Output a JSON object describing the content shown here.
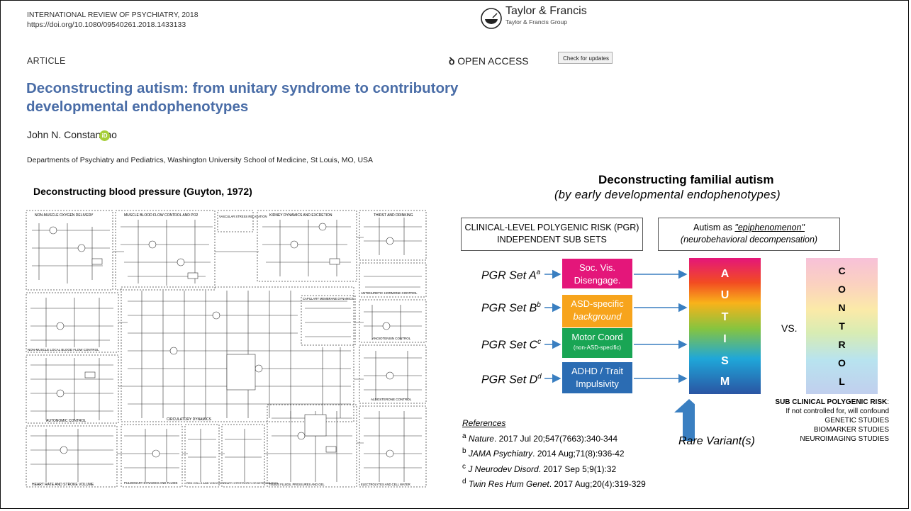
{
  "header": {
    "journal": "INTERNATIONAL REVIEW OF PSYCHIATRY, 2018",
    "doi": "https://doi.org/10.1080/09540261.2018.1433133",
    "publisher": "Taylor & Francis",
    "publisher_group": "Taylor & Francis Group",
    "article_type": "ARTICLE",
    "open_access": "OPEN ACCESS",
    "check_updates": "Check for updates"
  },
  "paper": {
    "title_line1": "Deconstructing autism: from unitary syndrome to contributory",
    "title_line2": "developmental endophenotypes",
    "author": "John N. Constantino",
    "orcid": "iD",
    "affiliation": "Departments of Psychiatry and Pediatrics, Washington University School of Medicine, St Louis, MO, USA"
  },
  "left_figure": {
    "title": "Deconstructing blood pressure (Guyton, 1972)",
    "labels": {
      "non_muscle_o2": "NON-MUSCLE OXYGEN DELIVERY",
      "muscle_blood": "MUSCLE BLOOD FLOW CONTROL AND PO2",
      "vascular": "VASCULAR STRESS RELAXATION",
      "kidney": "KIDNEY DYNAMICS AND EXCRETION",
      "thirst": "THIRST AND DRINKING",
      "antidiuretic": "ANTIDIURETIC HORMONE CONTROL",
      "capillary": "CAPILLARY MEMBRANE DYNAMICS",
      "angiotensin": "ANGIOTENSIN CONTROL",
      "non_muscle_local": "NON-MUSCLE LOCAL BLOOD FLOW CONTROL",
      "autonomic": "AUTONOMIC CONTROL",
      "circulatory": "CIRCULATORY DYNAMICS",
      "aldosterone": "ALDOSTERONE CONTROL",
      "heart_rate": "HEART RATE AND STROKE VOLUME",
      "pulmonary": "PULMONARY DYNAMICS AND FLUIDS",
      "red_cells": "RED CELLS AND VISCOSITY",
      "heart_hyper": "HEART HYPERTROPHY OR DETERIORATION",
      "tissue": "TISSUE FLUIDS, PRESSURES AND GEL",
      "electrolytes": "ELECTROLYTES AND CELL WATER"
    }
  },
  "right_figure": {
    "title": "Deconstructing familial autism",
    "subtitle": "(by early developmental endophenotypes)",
    "box_left_line1": "CLINICAL-LEVEL POLYGENIC RISK (PGR)",
    "box_left_line2": "INDEPENDENT SUB SETS",
    "box_right_line1_prefix": "Autism as ",
    "box_right_line1_em": "\"epiphenomenon\"",
    "box_right_line2": "(neurobehavioral decompensation)",
    "pgr_sets": [
      {
        "label": "PGR Set A",
        "sup": "a",
        "line1": "Soc. Vis.",
        "line2": "Disengage.",
        "color": "#e4167a"
      },
      {
        "label": "PGR Set B",
        "sup": "b",
        "line1": "ASD-specific",
        "line2": "background",
        "color": "#f7a41c"
      },
      {
        "label": "PGR Set C",
        "sup": "c",
        "line1": "Motor Coord",
        "line2": "(non-ASD-specific)",
        "color": "#19a554"
      },
      {
        "label": "PGR Set D",
        "sup": "d",
        "line1": "ADHD / Trait",
        "line2": "Impulsivity",
        "color": "#2b6cb3"
      }
    ],
    "autism_letters": [
      "A",
      "U",
      "T",
      "I",
      "S",
      "M"
    ],
    "control_letters": [
      "C",
      "O",
      "N",
      "T",
      "R",
      "O",
      "L"
    ],
    "vs": "VS.",
    "rare_variant": "Rare Variant(s)",
    "subclinical_title": "SUB CLINICAL POLYGENIC RISK",
    "subclinical_colon": ":",
    "subclinical_lines": [
      "If not controlled for, will confound",
      "GENETIC STUDIES",
      "BIOMARKER STUDIES",
      "NEUROIMAGING STUDIES"
    ],
    "references_title": "References",
    "references": [
      {
        "sup": "a",
        "journal": "Nature",
        "rest": ". 2017 Jul 20;547(7663):340-344"
      },
      {
        "sup": "b",
        "journal": "JAMA Psychiatry",
        "rest": ". 2014 Aug;71(8):936-42"
      },
      {
        "sup": "c",
        "journal": "J Neurodev Disord",
        "rest": ". 2017 Sep 5;9(1):32"
      },
      {
        "sup": "d",
        "journal": "Twin Res Hum Genet",
        "rest": ". 2017 Aug;20(4):319-329"
      }
    ]
  },
  "colors": {
    "title_blue": "#4a6da7",
    "arrow_blue": "#3a7fc1"
  }
}
